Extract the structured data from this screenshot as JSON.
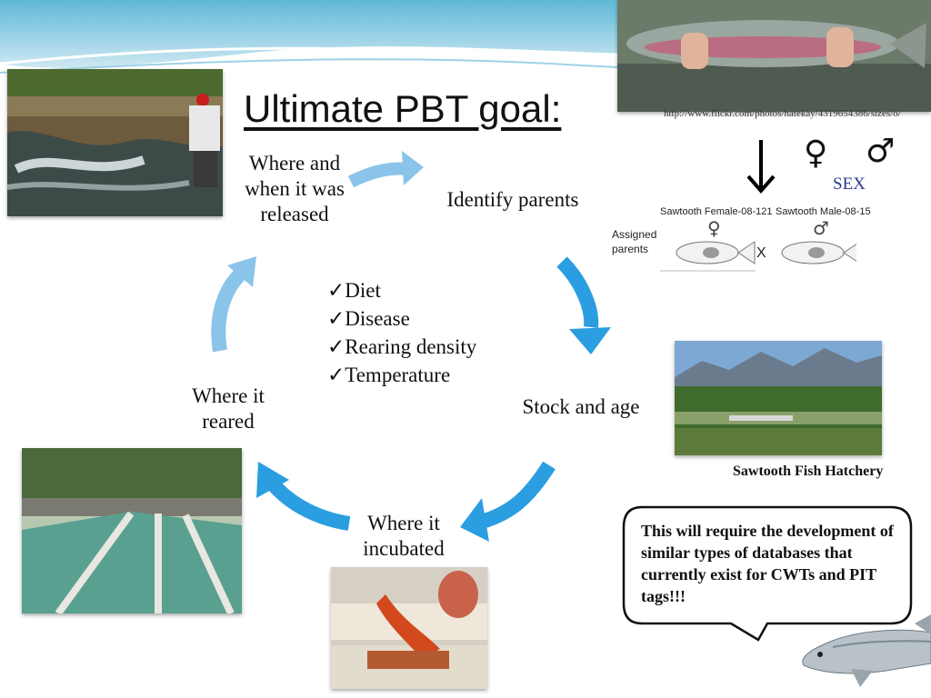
{
  "slide": {
    "title": "Ultimate PBT goal:",
    "cycle": {
      "step1": "Where and when it was released",
      "step2": "Identify parents",
      "step3": "Stock and age",
      "step4": "Where it incubated",
      "step5": "Where it reared"
    },
    "factors": [
      "✓Diet",
      "✓Disease",
      "✓Rearing density",
      "✓Temperature"
    ],
    "photo_url": "http://www.flickr.com/photos/hatekay/4319654386/sizes/o/",
    "sex_label": "SEX",
    "sex_symbols": {
      "female": "♀",
      "male": "♂"
    },
    "assignment": {
      "label_line1": "Assigned",
      "label_line2": "parents",
      "female": "Sawtooth Female-08-121",
      "male": "Sawtooth Male-08-15",
      "cross": "X"
    },
    "hatchery_caption": "Sawtooth Fish Hatchery",
    "bubble_text": "This will require the development of similar types of databases that currently exist for CWTs and PIT tags!!!",
    "colors": {
      "arrow": "#2a9ee0",
      "arrow_light": "#8ac4ea",
      "title": "#111111"
    }
  }
}
